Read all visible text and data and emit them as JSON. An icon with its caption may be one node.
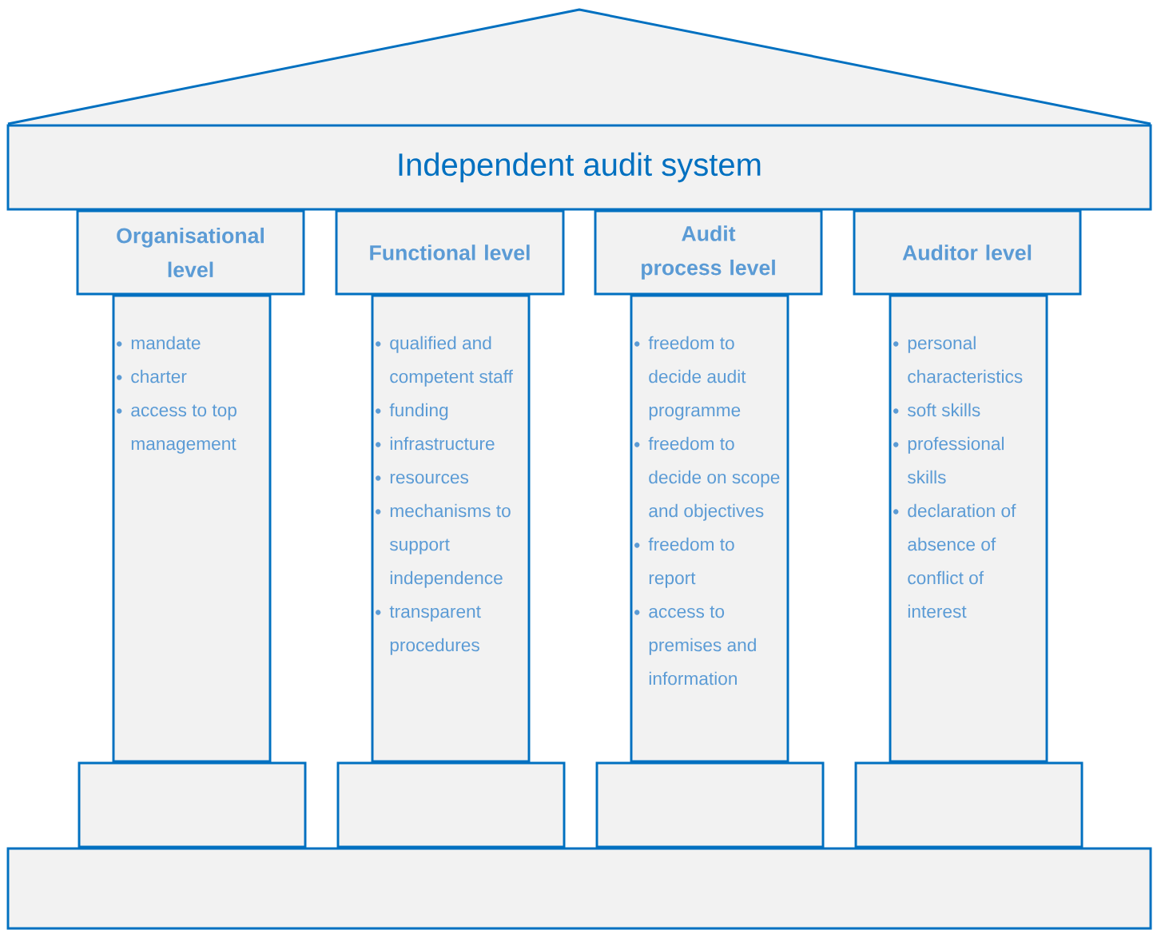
{
  "diagram": {
    "nodes": [
      {
        "text": [],
        "shape": "triangle"
      },
      {
        "text": [
          "Independent audit system"
        ]
      },
      {
        "text": [
          "Organisational level"
        ]
      },
      {
        "text": [
          "Functional level"
        ]
      },
      {
        "text": [
          "Audit process level"
        ]
      },
      {
        "text": [
          "Auditor level"
        ]
      },
      {
        "text": [
          "mandate",
          "charter",
          "access to top management"
        ]
      },
      {
        "text": [
          "qualified and competent staff",
          "funding",
          "infrastructure",
          "resources",
          "mechanisms to support independence",
          "transparent procedures"
        ]
      },
      {
        "text": [
          "freedom to decide audit programme",
          "freedom to decide on scope and objectives",
          "freedom to report",
          "access to premises and information"
        ]
      },
      {
        "text": [
          "personal characteristics",
          "soft skills",
          "professional skills",
          "declaration of absence of conflict of interest"
        ]
      },
      {
        "text": [],
        "shape": "box"
      },
      {
        "text": [],
        "shape": "box"
      },
      {
        "text": [],
        "shape": "box"
      },
      {
        "text": [],
        "shape": "box"
      },
      {
        "text": [],
        "shape": "box"
      }
    ]
  }
}
